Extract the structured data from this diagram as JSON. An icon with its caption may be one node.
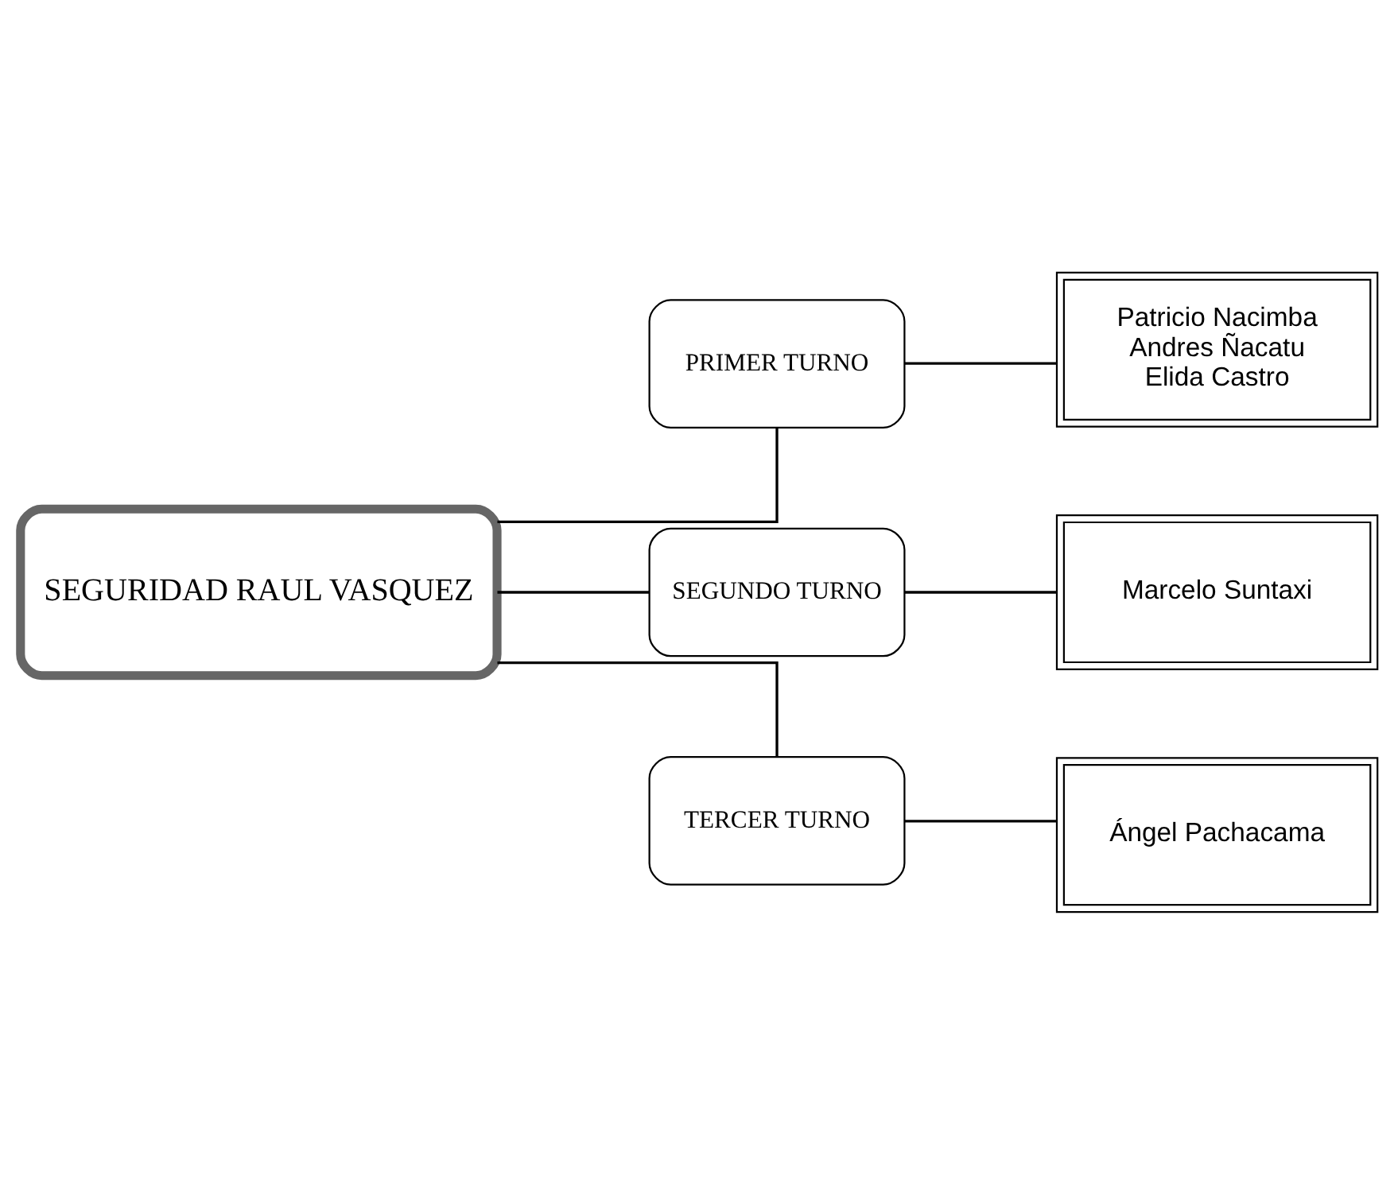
{
  "diagram": {
    "nodes": [
      {
        "text": [
          "SEGURIDAD RAUL VASQUEZ"
        ]
      },
      {
        "text": [
          "PRIMER TURNO"
        ]
      },
      {
        "text": [
          "Patricio Nacimba",
          "Andres Ñacatu",
          "Elida Castro"
        ]
      },
      {
        "text": [
          "SEGUNDO TURNO"
        ]
      },
      {
        "text": [
          "Marcelo Suntaxi"
        ]
      },
      {
        "text": [
          "TERCER TURNO"
        ]
      },
      {
        "text": [
          "Ángel Pachacama"
        ]
      }
    ],
    "edges": [
      {
        "from": 0,
        "to": 1,
        "arrow": "none"
      },
      {
        "from": 0,
        "to": 3,
        "arrow": "none"
      },
      {
        "from": 0,
        "to": 5,
        "arrow": "none"
      },
      {
        "from": 1,
        "to": 2,
        "arrow": "none"
      },
      {
        "from": 3,
        "to": 4,
        "arrow": "none"
      },
      {
        "from": 5,
        "to": 6,
        "arrow": "none"
      }
    ]
  }
}
